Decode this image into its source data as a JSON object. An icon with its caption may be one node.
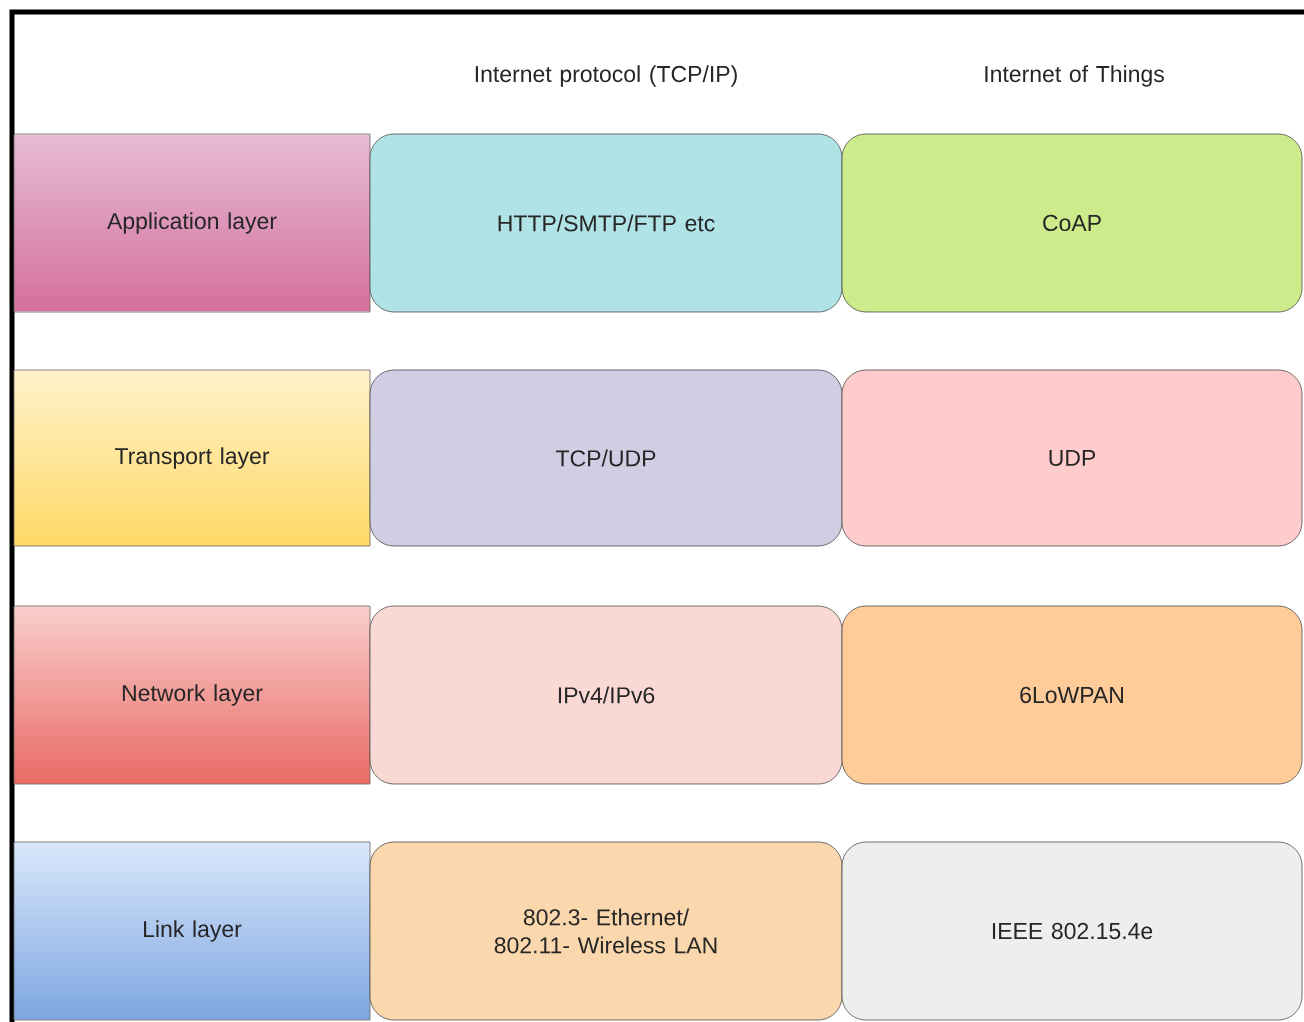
{
  "diagram": {
    "nodes": [
      {
        "text": [
          "Application layer"
        ]
      },
      {
        "text": [
          "HTTP/SMTP/FTP etc"
        ]
      },
      {
        "text": [
          "CoAP"
        ]
      },
      {
        "text": [
          "Transport layer"
        ]
      },
      {
        "text": [
          "TCP/UDP"
        ]
      },
      {
        "text": [
          "UDP"
        ]
      },
      {
        "text": [
          "Network layer"
        ]
      },
      {
        "text": [
          "IPv4/IPv6"
        ]
      },
      {
        "text": [
          "6LoWPAN"
        ]
      },
      {
        "text": [
          "Link layer"
        ]
      },
      {
        "text": [
          "802.3- Ethernet/ 802.11- Wireless LAN"
        ]
      },
      {
        "text": [
          "IEEE 802.15.4e"
        ]
      }
    ],
    "labels": [
      "Internet protocol (TCP/IP)",
      "Internet of Things"
    ]
  }
}
